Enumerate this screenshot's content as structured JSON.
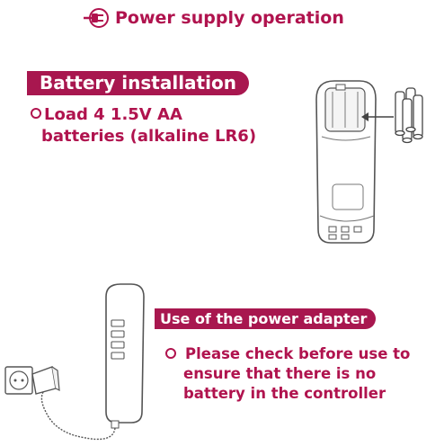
{
  "header": {
    "title": "Power supply operation",
    "icon": "power-plug-icon"
  },
  "battery": {
    "banner": "Battery installation",
    "line1": "Load 4 1.5V AA",
    "line2": "batteries (alkaline LR6)"
  },
  "adapter": {
    "banner": "Use of the power adapter",
    "line1": "Please check before use to",
    "line2": "ensure that there is no",
    "line3": "battery in the controller"
  },
  "colors": {
    "accent": "#a8174f",
    "text": "#b0134e"
  }
}
